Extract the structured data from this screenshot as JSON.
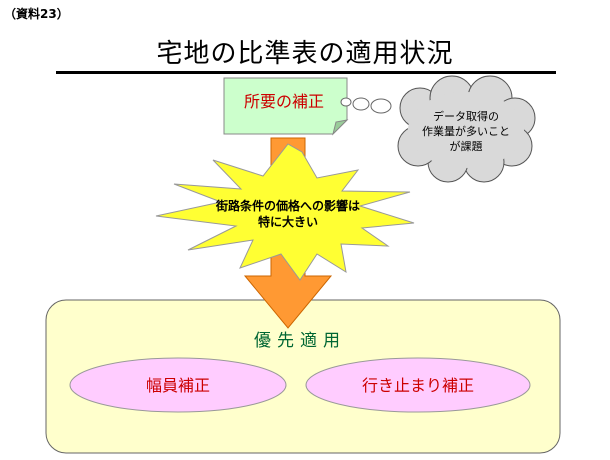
{
  "doc_ref": "（資料23）",
  "title": "宅地の比準表の適用状況",
  "note": {
    "label": "所要の補正"
  },
  "cloud": {
    "lines": [
      "データ取得の",
      "作業量が多いこと",
      "が課題"
    ]
  },
  "burst": {
    "lines": [
      "街路条件の価格への影響は",
      "特に大きい"
    ]
  },
  "panel": {
    "heading": "優先適用",
    "oval_left": "幅員補正",
    "oval_right": "行き止まり補正"
  },
  "colors": {
    "note_fill": "#ccffcc",
    "cloud_fill": "#d9d9d9",
    "burst_fill": "#ffff33",
    "arrow_fill": "#ff9933",
    "panel_fill": "#ffffcc",
    "oval_fill": "#ffccff",
    "accent_red": "#cc0000",
    "heading_green": "#006633"
  }
}
